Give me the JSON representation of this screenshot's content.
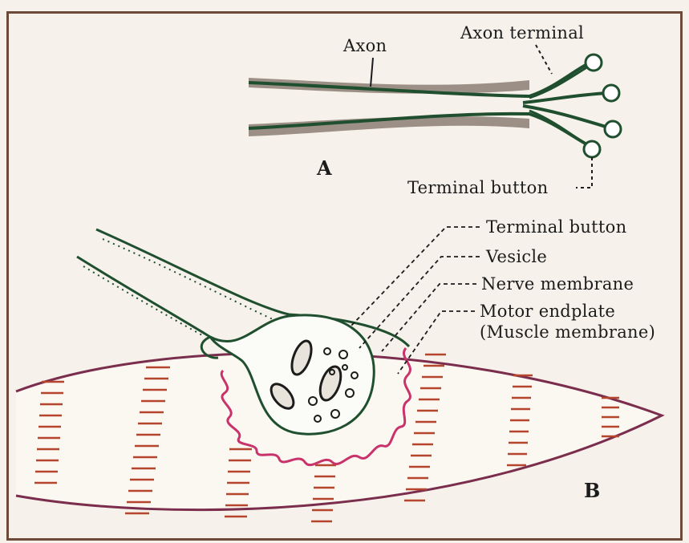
{
  "figure": {
    "panel_a": {
      "label": "A",
      "axon_label": "Axon",
      "axon_terminal_label": "Axon terminal",
      "terminal_button_label": "Terminal button"
    },
    "panel_b": {
      "label": "B",
      "terminal_button_label": "Terminal button",
      "vesicle_label": "Vesicle",
      "nerve_membrane_label": "Nerve membrane",
      "motor_endplate_label": "Motor endplate",
      "muscle_membrane_label": "(Muscle membrane)"
    },
    "colors": {
      "axon_outline": "#1f4f2e",
      "axon_fill": "#9c8f86",
      "muscle_outline": "#7a2d4c",
      "striation": "#b6452e",
      "endplate": "#c8336b",
      "frame": "#6b4a3a"
    }
  }
}
